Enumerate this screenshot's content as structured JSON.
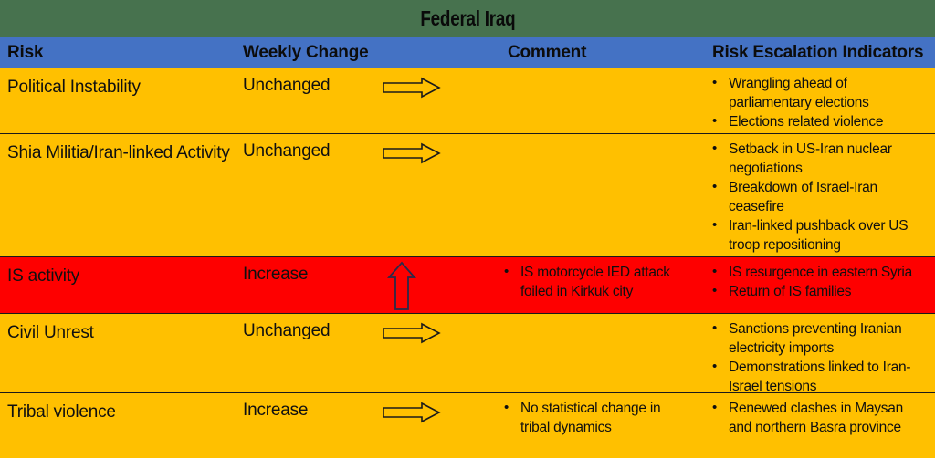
{
  "title": "Federal Iraq",
  "colors": {
    "title_bar": "#47724E",
    "header_row": "#4472C4",
    "amber": "#FFC000",
    "red": "#FE0000",
    "text": "#101010"
  },
  "columns": [
    {
      "key": "risk",
      "label": "Risk"
    },
    {
      "key": "weekly_change",
      "label": "Weekly Change"
    },
    {
      "key": "comment",
      "label": "Comment"
    },
    {
      "key": "indicators",
      "label": "Risk Escalation Indicators"
    }
  ],
  "rows": [
    {
      "risk": "Political Instability",
      "weekly_change": "Unchanged",
      "arrow": "right-arrow-icon",
      "severity": "amber",
      "comment": [],
      "indicators": [
        "Wrangling ahead of parliamentary elections",
        "Elections related violence"
      ]
    },
    {
      "risk": "Shia Militia/Iran-linked Activity",
      "weekly_change": "Unchanged",
      "arrow": "right-arrow-icon",
      "severity": "amber",
      "comment": [],
      "indicators": [
        "Setback in US-Iran nuclear negotiations",
        "Breakdown of Israel-Iran ceasefire",
        "Iran-linked pushback over US troop repositioning"
      ]
    },
    {
      "risk": "IS activity",
      "weekly_change": "Increase",
      "arrow": "up-arrow-icon",
      "severity": "red",
      "comment": [
        "IS motorcycle IED attack foiled in Kirkuk city"
      ],
      "indicators": [
        "IS resurgence in eastern Syria",
        "Return of IS families"
      ]
    },
    {
      "risk": "Civil Unrest",
      "weekly_change": "Unchanged",
      "arrow": "right-arrow-icon",
      "severity": "amber",
      "comment": [],
      "indicators": [
        "Sanctions preventing Iranian electricity imports",
        "Demonstrations linked to Iran-Israel tensions"
      ]
    },
    {
      "risk": "Tribal violence",
      "weekly_change": "Increase",
      "arrow": "right-arrow-icon",
      "severity": "amber",
      "comment": [
        "No statistical change in tribal dynamics"
      ],
      "indicators": [
        "Renewed clashes in Maysan and northern Basra province"
      ]
    }
  ]
}
